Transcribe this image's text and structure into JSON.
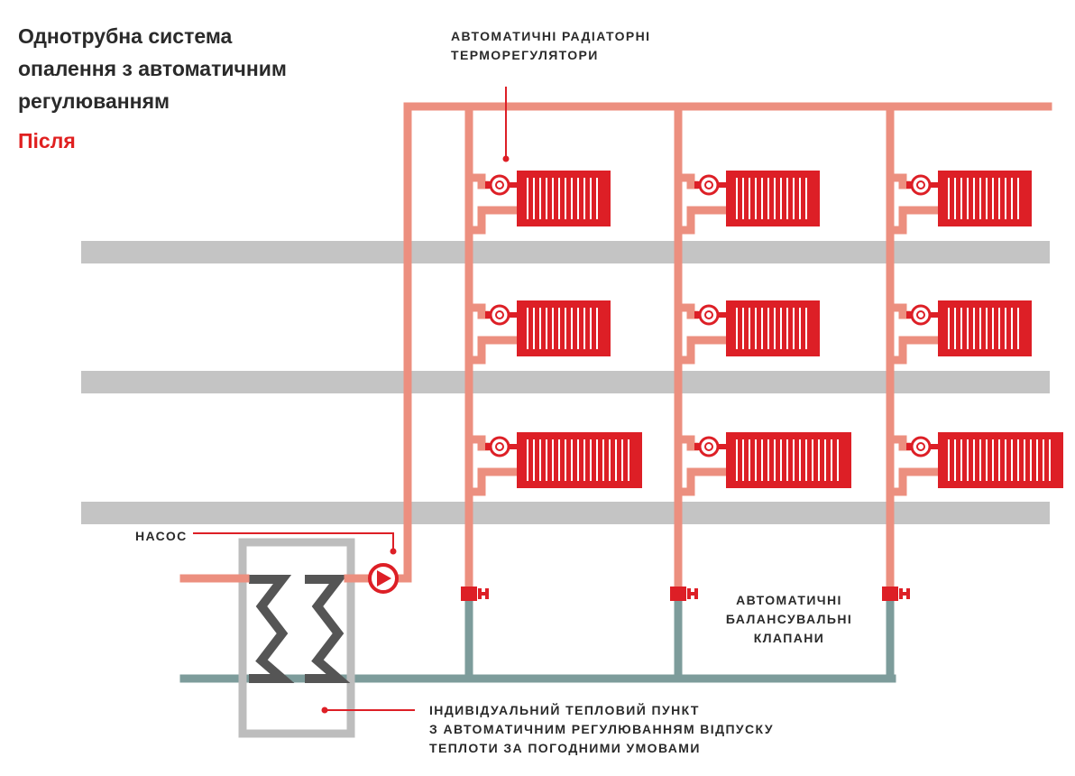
{
  "title_lines": [
    "Однотрубна система",
    "опалення з автоматичним",
    "регулюванням"
  ],
  "subtitle": "Після",
  "labels": {
    "thermostats": [
      "АВТОМАТИЧНІ РАДІАТОРНІ",
      "ТЕРМОРЕГУЛЯТОРИ"
    ],
    "pump": "НАСОС",
    "balancing_valves": [
      "АВТОМАТИЧНІ",
      "БАЛАНСУВАЛЬНІ",
      "КЛАПАНИ"
    ],
    "heat_point": [
      "ІНДИВІДУАЛЬНИЙ ТЕПЛОВИЙ ПУНКТ",
      "З АВТОМАТИЧНИМ РЕГУЛЮВАННЯМ ВІДПУСКУ",
      "ТЕПЛОТИ ЗА ПОГОДНИМИ УМОВАМИ"
    ]
  },
  "colors": {
    "supply_pipe": "#ec8f7f",
    "return_pipe": "#7d9c9b",
    "radiator": "#dd1f26",
    "floor_slab": "#c4c4c4",
    "heat_exchanger_frame": "#bdbdbd",
    "heat_exchanger_coil": "#555555",
    "accent": "#e02020"
  },
  "structure": {
    "floors": 3,
    "risers": 3,
    "radiators_per_riser": 3,
    "radiator_fins": {
      "riser1": [
        12,
        12,
        17
      ],
      "riser2": [
        12,
        12,
        17
      ],
      "riser3": [
        12,
        12,
        17
      ]
    }
  },
  "icons": [
    "thermostat-icon",
    "pump-icon",
    "balancing-valve-icon",
    "heat-exchanger-icon"
  ]
}
